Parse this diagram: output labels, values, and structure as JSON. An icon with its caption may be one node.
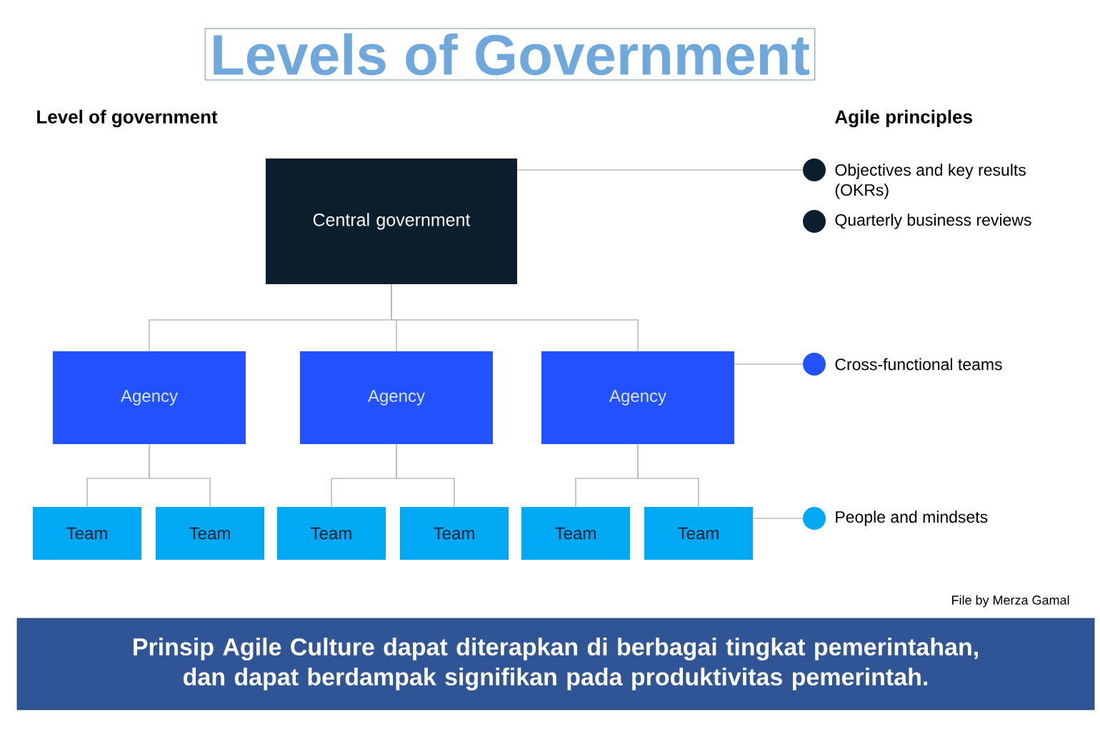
{
  "diagram": {
    "title": "Levels of Government",
    "caption": "Prinsip Agile Culture dapat diterapkan di berbagai tingkat pemerintahan, dan dapat berdampak signifikan pada produktivitas pemerintah.",
    "nodes": [
      {
        "text": [
          "Central government"
        ]
      },
      {
        "text": [
          "Agency"
        ]
      },
      {
        "text": [
          "Agency"
        ]
      },
      {
        "text": [
          "Agency"
        ]
      },
      {
        "text": [
          "Team"
        ]
      },
      {
        "text": [
          "Team"
        ]
      },
      {
        "text": [
          "Team"
        ]
      },
      {
        "text": [
          "Team"
        ]
      },
      {
        "text": [
          "Team"
        ]
      },
      {
        "text": [
          "Team"
        ]
      },
      {
        "text": [
          "Objectives and key results (OKRs)"
        ]
      },
      {
        "text": [
          "Quarterly business reviews"
        ]
      },
      {
        "text": [
          "Cross-functional teams"
        ]
      },
      {
        "text": [
          "People and mindsets"
        ]
      }
    ],
    "edges": [
      {
        "from": 0,
        "to": 1,
        "arrow": "none"
      },
      {
        "from": 0,
        "to": 2,
        "arrow": "none"
      },
      {
        "from": 0,
        "to": 3,
        "arrow": "none"
      },
      {
        "from": 1,
        "to": 4,
        "arrow": "none"
      },
      {
        "from": 1,
        "to": 5,
        "arrow": "none"
      },
      {
        "from": 2,
        "to": 6,
        "arrow": "none"
      },
      {
        "from": 2,
        "to": 7,
        "arrow": "none"
      },
      {
        "from": 3,
        "to": 8,
        "arrow": "none"
      },
      {
        "from": 3,
        "to": 9,
        "arrow": "none"
      },
      {
        "from": 0,
        "to": 10,
        "arrow": "none"
      },
      {
        "from": 3,
        "to": 12,
        "arrow": "none"
      },
      {
        "from": 9,
        "to": 13,
        "arrow": "none"
      }
    ],
    "labels": [
      "Level of government",
      "Agile principles",
      "File by Merza Gamal"
    ]
  }
}
